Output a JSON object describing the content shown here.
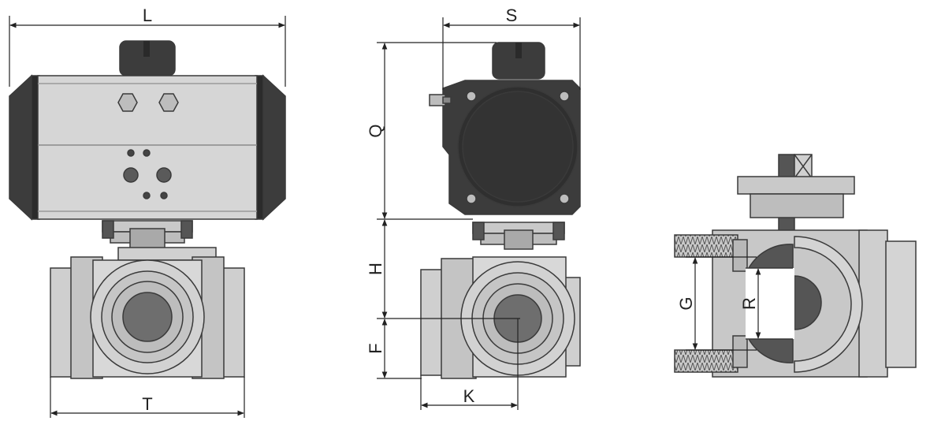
{
  "dimensions": {
    "L": "L",
    "T": "T",
    "S": "S",
    "Q": "Q",
    "H": "H",
    "F": "F",
    "K": "K",
    "G": "G",
    "R": "R"
  },
  "colors": {
    "outline": "#3a3a3a",
    "body_light": "#d4d4d4",
    "body_mid": "#bdbdbd",
    "actuator_dark": "#3c3c3c",
    "port_dark": "#6e6e6e",
    "ball_dark": "#555555",
    "dimension_line": "#222222"
  }
}
